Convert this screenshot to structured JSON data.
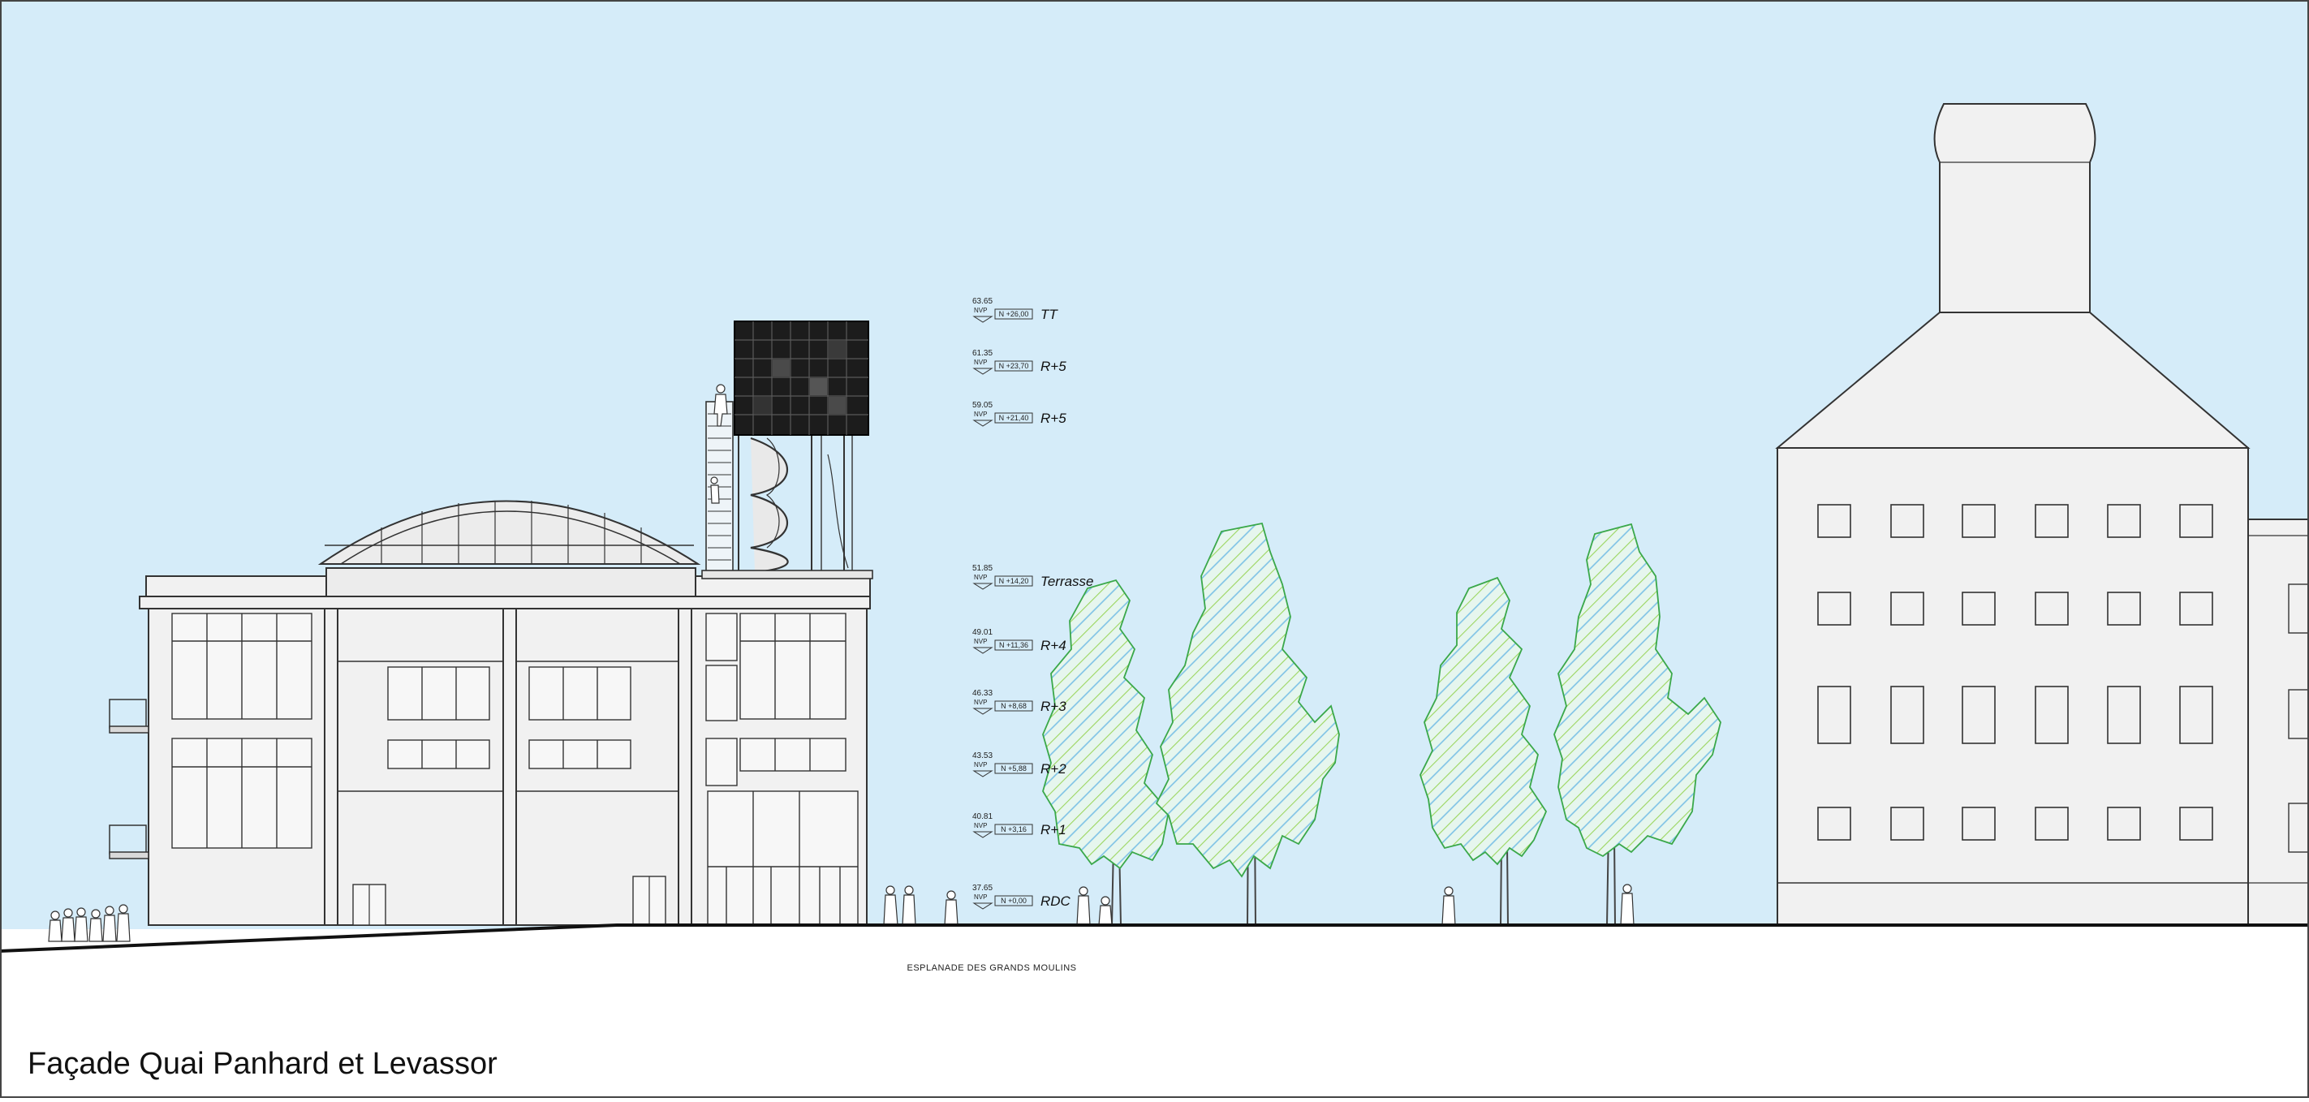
{
  "drawing": {
    "title": "Façade Quai Panhard et Levassor",
    "street_label": "ESPLANADE DES GRANDS MOULINS",
    "sky_color": "#d5ecf9",
    "ground_color": "#ffffff",
    "building_fill": "#f0f0f0",
    "line_color": "#333333",
    "tree_stroke": "#3aa84a",
    "tree_hatch_colors": [
      "#8fd05a",
      "#6fb7e0"
    ],
    "cube_color": "#1c1c1c",
    "nvp_marker": "NVP"
  },
  "levels": [
    {
      "altitude": "63.65",
      "relative": "N +26,00",
      "name": "TT"
    },
    {
      "altitude": "61.35",
      "relative": "N +23,70",
      "name": "R+5"
    },
    {
      "altitude": "59.05",
      "relative": "N +21,40",
      "name": "R+5"
    },
    {
      "altitude": "51.85",
      "relative": "N +14,20",
      "name": "Terrasse"
    },
    {
      "altitude": "49.01",
      "relative": "N +11,36",
      "name": "R+4"
    },
    {
      "altitude": "46.33",
      "relative": "N +8,68",
      "name": "R+3"
    },
    {
      "altitude": "43.53",
      "relative": "N +5,88",
      "name": "R+2"
    },
    {
      "altitude": "40.81",
      "relative": "N +3,16",
      "name": "R+1"
    },
    {
      "altitude": "37.65",
      "relative": "N +0,00",
      "name": "RDC"
    }
  ]
}
